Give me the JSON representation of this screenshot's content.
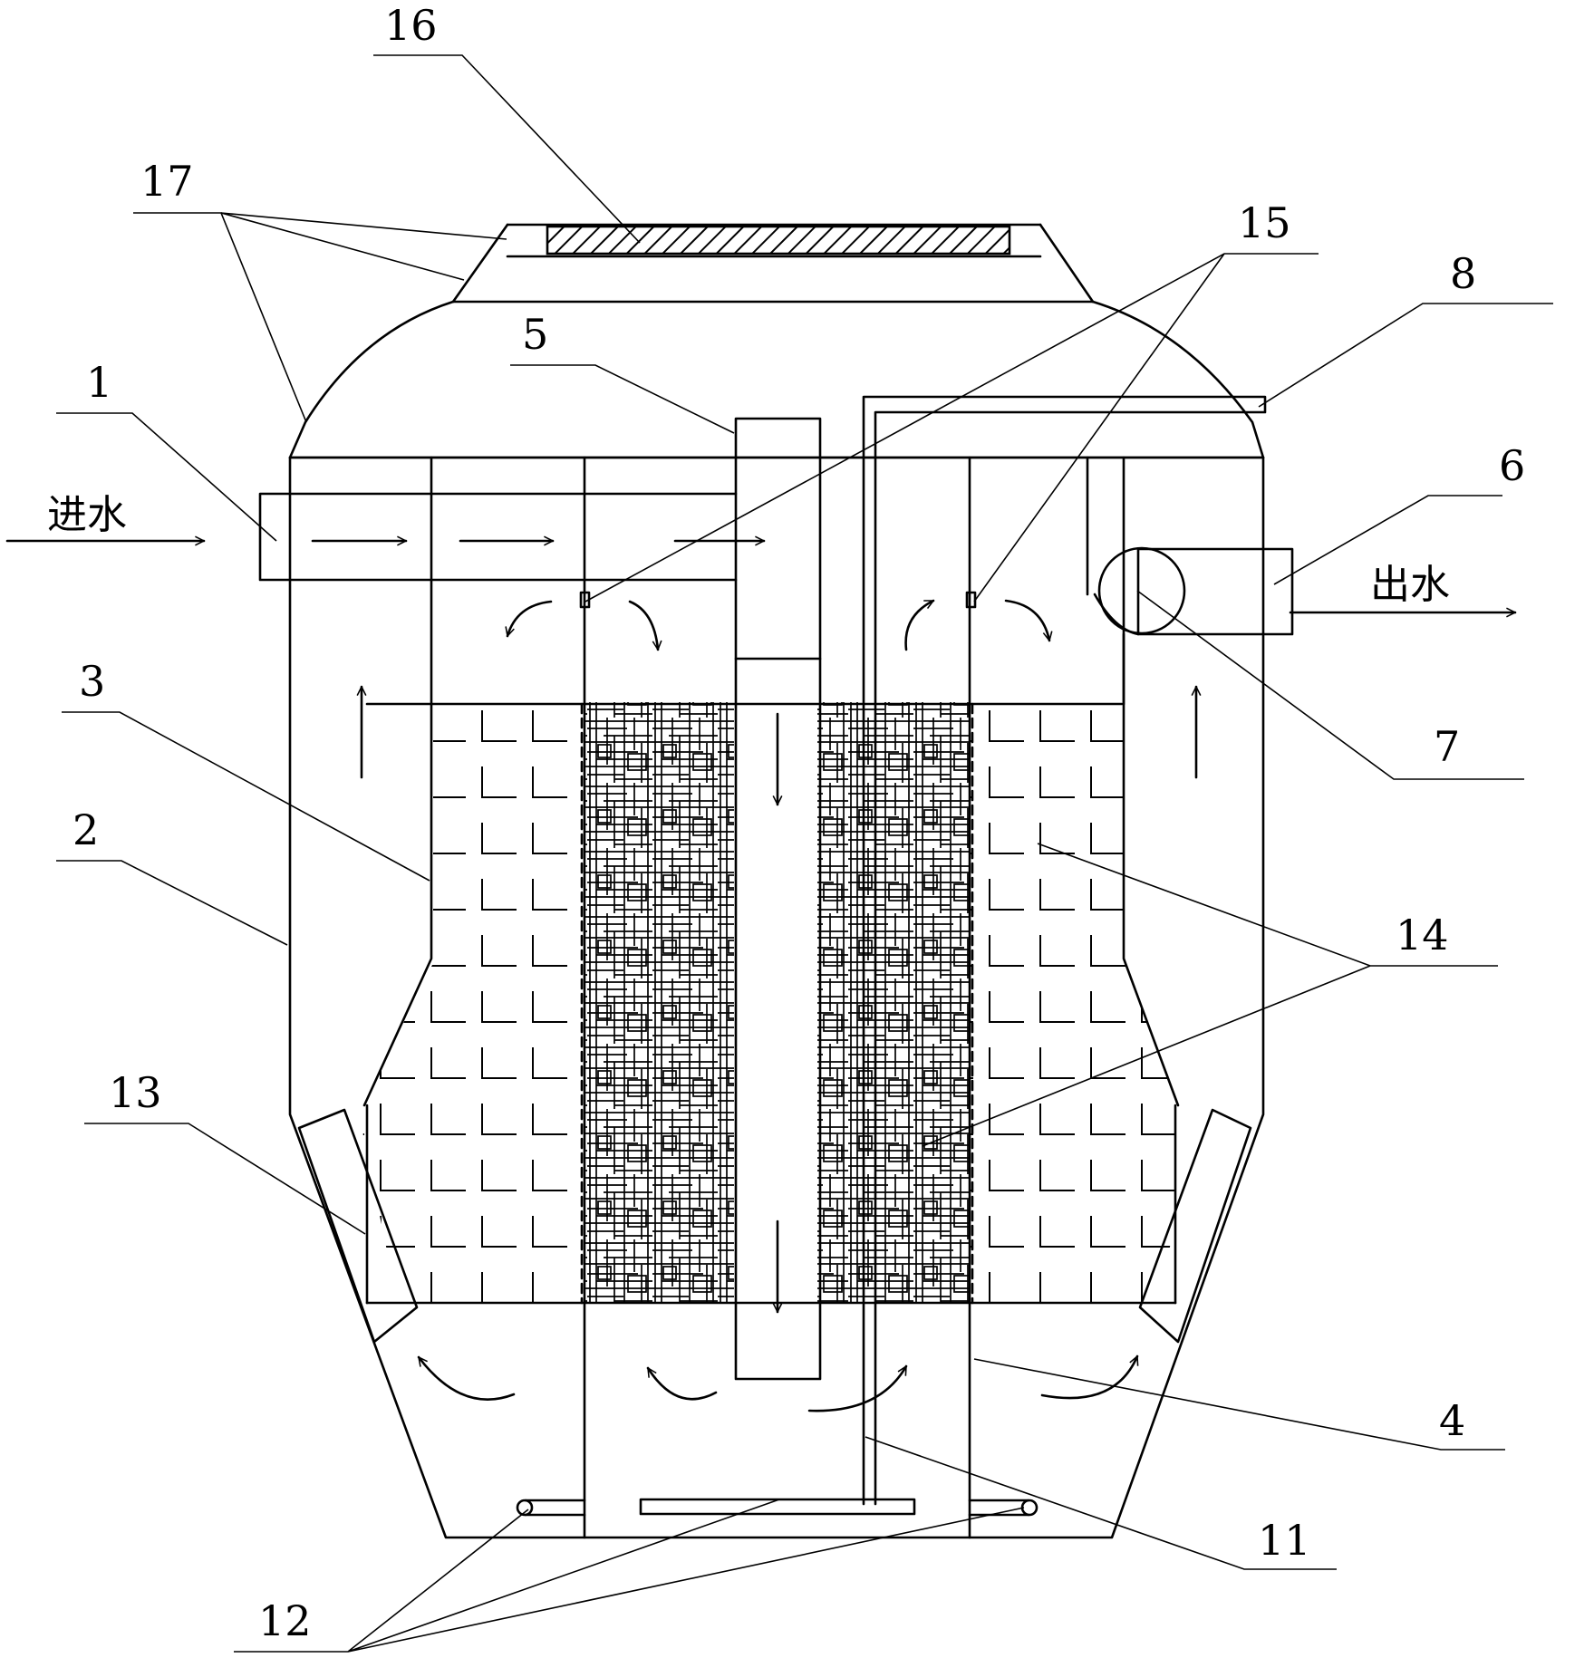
{
  "flow_labels": {
    "inlet": "进水",
    "outlet": "出水"
  },
  "callouts": [
    {
      "id": "c1",
      "text": "1"
    },
    {
      "id": "c2",
      "text": "2"
    },
    {
      "id": "c3",
      "text": "3"
    },
    {
      "id": "c4",
      "text": "4"
    },
    {
      "id": "c5",
      "text": "5"
    },
    {
      "id": "c6",
      "text": "6"
    },
    {
      "id": "c7",
      "text": "7"
    },
    {
      "id": "c8",
      "text": "8"
    },
    {
      "id": "c11",
      "text": "11"
    },
    {
      "id": "c12",
      "text": "12"
    },
    {
      "id": "c13",
      "text": "13"
    },
    {
      "id": "c14",
      "text": "14"
    },
    {
      "id": "c15",
      "text": "15"
    },
    {
      "id": "c16",
      "text": "16"
    },
    {
      "id": "c17",
      "text": "17"
    }
  ]
}
